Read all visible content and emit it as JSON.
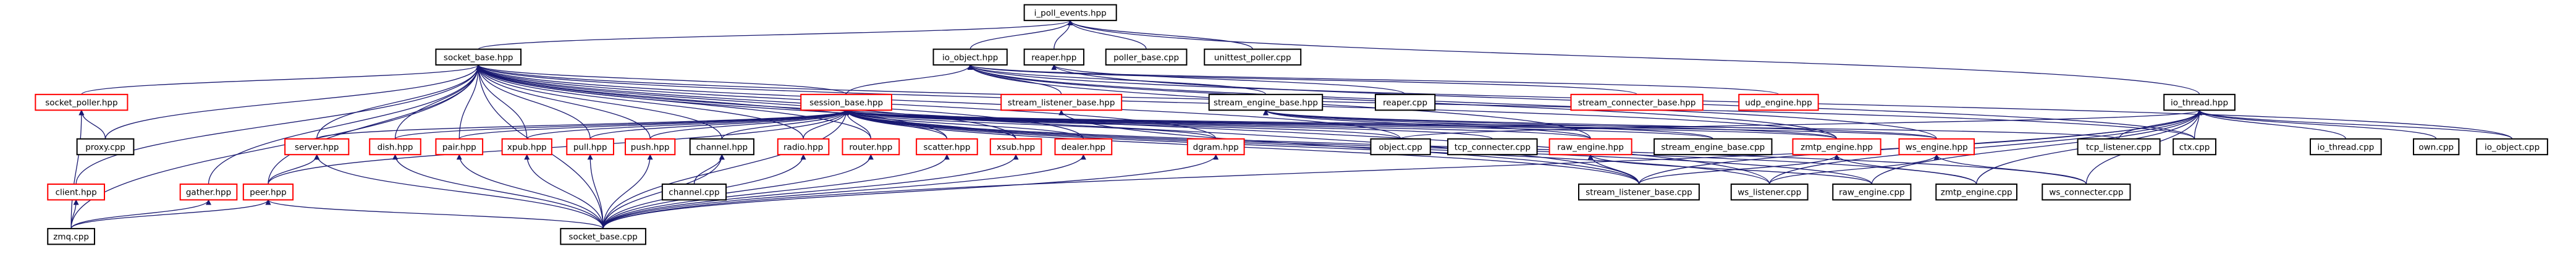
{
  "colors": {
    "root_fill": "#bfbfbf",
    "node_stroke": "#000000",
    "missing_stroke": "#ff0000",
    "edge": "#191970"
  },
  "nodes": [
    {
      "id": "i_poll_events",
      "label": "i_poll_events.hpp",
      "kind": "root"
    },
    {
      "id": "socket_base_hpp",
      "label": "socket_base.hpp",
      "kind": "normal"
    },
    {
      "id": "io_object_hpp",
      "label": "io_object.hpp",
      "kind": "normal"
    },
    {
      "id": "reaper_hpp",
      "label": "reaper.hpp",
      "kind": "normal"
    },
    {
      "id": "poller_base_cpp",
      "label": "poller_base.cpp",
      "kind": "normal"
    },
    {
      "id": "unittest_poller_cpp",
      "label": "unittest_poller.cpp",
      "kind": "normal"
    },
    {
      "id": "socket_poller_hpp",
      "label": "socket_poller.hpp",
      "kind": "missing"
    },
    {
      "id": "session_base_hpp",
      "label": "session_base.hpp",
      "kind": "missing"
    },
    {
      "id": "stream_listener_base_hpp",
      "label": "stream_listener_base.hpp",
      "kind": "missing"
    },
    {
      "id": "stream_engine_base_hpp",
      "label": "stream_engine_base.hpp",
      "kind": "normal"
    },
    {
      "id": "reaper_cpp",
      "label": "reaper.cpp",
      "kind": "normal"
    },
    {
      "id": "stream_connecter_base_hpp",
      "label": "stream_connecter_base.hpp",
      "kind": "missing"
    },
    {
      "id": "udp_engine_hpp",
      "label": "udp_engine.hpp",
      "kind": "missing"
    },
    {
      "id": "io_thread_hpp",
      "label": "io_thread.hpp",
      "kind": "normal"
    },
    {
      "id": "proxy_cpp",
      "label": "proxy.cpp",
      "kind": "normal"
    },
    {
      "id": "server_hpp",
      "label": "server.hpp",
      "kind": "missing"
    },
    {
      "id": "dish_hpp",
      "label": "dish.hpp",
      "kind": "missing"
    },
    {
      "id": "pair_hpp",
      "label": "pair.hpp",
      "kind": "missing"
    },
    {
      "id": "xpub_hpp",
      "label": "xpub.hpp",
      "kind": "missing"
    },
    {
      "id": "pull_hpp",
      "label": "pull.hpp",
      "kind": "missing"
    },
    {
      "id": "push_hpp",
      "label": "push.hpp",
      "kind": "missing"
    },
    {
      "id": "channel_hpp",
      "label": "channel.hpp",
      "kind": "normal"
    },
    {
      "id": "radio_hpp",
      "label": "radio.hpp",
      "kind": "missing"
    },
    {
      "id": "router_hpp",
      "label": "router.hpp",
      "kind": "missing"
    },
    {
      "id": "scatter_hpp",
      "label": "scatter.hpp",
      "kind": "missing"
    },
    {
      "id": "xsub_hpp",
      "label": "xsub.hpp",
      "kind": "missing"
    },
    {
      "id": "dealer_hpp",
      "label": "dealer.hpp",
      "kind": "missing"
    },
    {
      "id": "dgram_hpp",
      "label": "dgram.hpp",
      "kind": "missing"
    },
    {
      "id": "object_cpp",
      "label": "object.cpp",
      "kind": "normal"
    },
    {
      "id": "tcp_connecter_cpp",
      "label": "tcp_connecter.cpp",
      "kind": "normal"
    },
    {
      "id": "raw_engine_hpp",
      "label": "raw_engine.hpp",
      "kind": "missing"
    },
    {
      "id": "stream_engine_base_cpp",
      "label": "stream_engine_base.cpp",
      "kind": "normal"
    },
    {
      "id": "zmtp_engine_hpp",
      "label": "zmtp_engine.hpp",
      "kind": "missing"
    },
    {
      "id": "ws_engine_hpp",
      "label": "ws_engine.hpp",
      "kind": "missing"
    },
    {
      "id": "tcp_listener_cpp",
      "label": "tcp_listener.cpp",
      "kind": "normal"
    },
    {
      "id": "ctx_cpp",
      "label": "ctx.cpp",
      "kind": "normal"
    },
    {
      "id": "io_thread_cpp",
      "label": "io_thread.cpp",
      "kind": "normal"
    },
    {
      "id": "own_cpp",
      "label": "own.cpp",
      "kind": "normal"
    },
    {
      "id": "io_object_cpp",
      "label": "io_object.cpp",
      "kind": "normal"
    },
    {
      "id": "client_hpp",
      "label": "client.hpp",
      "kind": "missing"
    },
    {
      "id": "gather_hpp",
      "label": "gather.hpp",
      "kind": "missing"
    },
    {
      "id": "peer_hpp",
      "label": "peer.hpp",
      "kind": "missing"
    },
    {
      "id": "channel_cpp",
      "label": "channel.cpp",
      "kind": "normal"
    },
    {
      "id": "stream_listener_base_cpp",
      "label": "stream_listener_base.cpp",
      "kind": "normal"
    },
    {
      "id": "ws_listener_cpp",
      "label": "ws_listener.cpp",
      "kind": "normal"
    },
    {
      "id": "raw_engine_cpp",
      "label": "raw_engine.cpp",
      "kind": "normal"
    },
    {
      "id": "zmtp_engine_cpp",
      "label": "zmtp_engine.cpp",
      "kind": "normal"
    },
    {
      "id": "ws_connecter_cpp",
      "label": "ws_connecter.cpp",
      "kind": "normal"
    },
    {
      "id": "zmq_cpp",
      "label": "zmq.cpp",
      "kind": "normal"
    },
    {
      "id": "socket_base_cpp",
      "label": "socket_base.cpp",
      "kind": "normal"
    }
  ],
  "edges": [
    [
      "socket_base_hpp",
      "i_poll_events"
    ],
    [
      "io_object_hpp",
      "i_poll_events"
    ],
    [
      "reaper_hpp",
      "i_poll_events"
    ],
    [
      "poller_base_cpp",
      "i_poll_events"
    ],
    [
      "unittest_poller_cpp",
      "i_poll_events"
    ],
    [
      "io_thread_hpp",
      "i_poll_events"
    ],
    [
      "socket_poller_hpp",
      "socket_base_hpp"
    ],
    [
      "proxy_cpp",
      "socket_base_hpp"
    ],
    [
      "zmq_cpp",
      "socket_base_hpp"
    ],
    [
      "client_hpp",
      "socket_base_hpp"
    ],
    [
      "gather_hpp",
      "socket_base_hpp"
    ],
    [
      "peer_hpp",
      "socket_base_hpp"
    ],
    [
      "server_hpp",
      "socket_base_hpp"
    ],
    [
      "dish_hpp",
      "socket_base_hpp"
    ],
    [
      "pair_hpp",
      "socket_base_hpp"
    ],
    [
      "xpub_hpp",
      "socket_base_hpp"
    ],
    [
      "pull_hpp",
      "socket_base_hpp"
    ],
    [
      "push_hpp",
      "socket_base_hpp"
    ],
    [
      "channel_hpp",
      "socket_base_hpp"
    ],
    [
      "radio_hpp",
      "socket_base_hpp"
    ],
    [
      "router_hpp",
      "socket_base_hpp"
    ],
    [
      "scatter_hpp",
      "socket_base_hpp"
    ],
    [
      "xsub_hpp",
      "socket_base_hpp"
    ],
    [
      "dealer_hpp",
      "socket_base_hpp"
    ],
    [
      "dgram_hpp",
      "socket_base_hpp"
    ],
    [
      "session_base_hpp",
      "socket_base_hpp"
    ],
    [
      "object_cpp",
      "socket_base_hpp"
    ],
    [
      "zmtp_engine_hpp",
      "socket_base_hpp"
    ],
    [
      "stream_listener_base_cpp",
      "socket_base_hpp"
    ],
    [
      "ws_listener_cpp",
      "socket_base_hpp"
    ],
    [
      "socket_base_cpp",
      "socket_base_hpp"
    ],
    [
      "ctx_cpp",
      "socket_base_hpp"
    ],
    [
      "session_base_hpp",
      "io_object_hpp"
    ],
    [
      "stream_listener_base_hpp",
      "io_object_hpp"
    ],
    [
      "stream_engine_base_hpp",
      "io_object_hpp"
    ],
    [
      "stream_connecter_base_hpp",
      "io_object_hpp"
    ],
    [
      "udp_engine_hpp",
      "io_object_hpp"
    ],
    [
      "io_object_cpp",
      "io_object_hpp"
    ],
    [
      "zmtp_engine_hpp",
      "io_object_hpp"
    ],
    [
      "ws_engine_hpp",
      "io_object_hpp"
    ],
    [
      "raw_engine_hpp",
      "io_object_hpp"
    ],
    [
      "reaper_cpp",
      "reaper_hpp"
    ],
    [
      "ctx_cpp",
      "reaper_hpp"
    ],
    [
      "proxy_cpp",
      "socket_poller_hpp"
    ],
    [
      "zmq_cpp",
      "socket_poller_hpp"
    ],
    [
      "server_hpp",
      "session_base_hpp"
    ],
    [
      "dish_hpp",
      "session_base_hpp"
    ],
    [
      "pair_hpp",
      "session_base_hpp"
    ],
    [
      "xpub_hpp",
      "session_base_hpp"
    ],
    [
      "pull_hpp",
      "session_base_hpp"
    ],
    [
      "push_hpp",
      "session_base_hpp"
    ],
    [
      "channel_hpp",
      "session_base_hpp"
    ],
    [
      "radio_hpp",
      "session_base_hpp"
    ],
    [
      "router_hpp",
      "session_base_hpp"
    ],
    [
      "scatter_hpp",
      "session_base_hpp"
    ],
    [
      "xsub_hpp",
      "session_base_hpp"
    ],
    [
      "dealer_hpp",
      "session_base_hpp"
    ],
    [
      "dgram_hpp",
      "session_base_hpp"
    ],
    [
      "peer_hpp",
      "session_base_hpp"
    ],
    [
      "object_cpp",
      "session_base_hpp"
    ],
    [
      "tcp_connecter_cpp",
      "session_base_hpp"
    ],
    [
      "raw_engine_hpp",
      "session_base_hpp"
    ],
    [
      "zmtp_engine_hpp",
      "session_base_hpp"
    ],
    [
      "ws_engine_hpp",
      "session_base_hpp"
    ],
    [
      "stream_engine_base_cpp",
      "session_base_hpp"
    ],
    [
      "tcp_listener_cpp",
      "session_base_hpp"
    ],
    [
      "ws_listener_cpp",
      "session_base_hpp"
    ],
    [
      "ws_connecter_cpp",
      "session_base_hpp"
    ],
    [
      "socket_base_cpp",
      "session_base_hpp"
    ],
    [
      "raw_engine_cpp",
      "session_base_hpp"
    ],
    [
      "zmtp_engine_cpp",
      "session_base_hpp"
    ],
    [
      "stream_listener_base_cpp",
      "session_base_hpp"
    ],
    [
      "stream_listener_base_cpp",
      "stream_listener_base_hpp"
    ],
    [
      "raw_engine_hpp",
      "stream_engine_base_hpp"
    ],
    [
      "stream_engine_base_cpp",
      "stream_engine_base_hpp"
    ],
    [
      "zmtp_engine_hpp",
      "stream_engine_base_hpp"
    ],
    [
      "ws_engine_hpp",
      "stream_engine_base_hpp"
    ],
    [
      "object_cpp",
      "io_thread_hpp"
    ],
    [
      "tcp_listener_cpp",
      "io_thread_hpp"
    ],
    [
      "ctx_cpp",
      "io_thread_hpp"
    ],
    [
      "io_thread_cpp",
      "io_thread_hpp"
    ],
    [
      "own_cpp",
      "io_thread_hpp"
    ],
    [
      "io_object_cpp",
      "io_thread_hpp"
    ],
    [
      "ws_listener_cpp",
      "io_thread_hpp"
    ],
    [
      "zmtp_engine_cpp",
      "io_thread_hpp"
    ],
    [
      "ws_connecter_cpp",
      "io_thread_hpp"
    ],
    [
      "socket_base_cpp",
      "io_thread_hpp"
    ],
    [
      "raw_engine_cpp",
      "io_thread_hpp"
    ],
    [
      "stream_listener_base_cpp",
      "io_thread_hpp"
    ],
    [
      "zmq_cpp",
      "client_hpp"
    ],
    [
      "zmq_cpp",
      "gather_hpp"
    ],
    [
      "zmq_cpp",
      "peer_hpp"
    ],
    [
      "socket_base_cpp",
      "peer_hpp"
    ],
    [
      "peer_hpp",
      "server_hpp"
    ],
    [
      "socket_base_cpp",
      "server_hpp"
    ],
    [
      "socket_base_cpp",
      "dish_hpp"
    ],
    [
      "socket_base_cpp",
      "pair_hpp"
    ],
    [
      "socket_base_cpp",
      "xpub_hpp"
    ],
    [
      "socket_base_cpp",
      "pull_hpp"
    ],
    [
      "socket_base_cpp",
      "push_hpp"
    ],
    [
      "channel_cpp",
      "channel_hpp"
    ],
    [
      "socket_base_cpp",
      "channel_hpp"
    ],
    [
      "socket_base_cpp",
      "radio_hpp"
    ],
    [
      "socket_base_cpp",
      "router_hpp"
    ],
    [
      "socket_base_cpp",
      "scatter_hpp"
    ],
    [
      "socket_base_cpp",
      "xsub_hpp"
    ],
    [
      "socket_base_cpp",
      "dealer_hpp"
    ],
    [
      "socket_base_cpp",
      "dgram_hpp"
    ],
    [
      "raw_engine_cpp",
      "raw_engine_hpp"
    ],
    [
      "stream_listener_base_cpp",
      "raw_engine_hpp"
    ],
    [
      "zmtp_engine_cpp",
      "zmtp_engine_hpp"
    ],
    [
      "stream_listener_base_cpp",
      "zmtp_engine_hpp"
    ],
    [
      "ws_listener_cpp",
      "ws_engine_hpp"
    ],
    [
      "ws_connecter_cpp",
      "ws_engine_hpp"
    ]
  ]
}
